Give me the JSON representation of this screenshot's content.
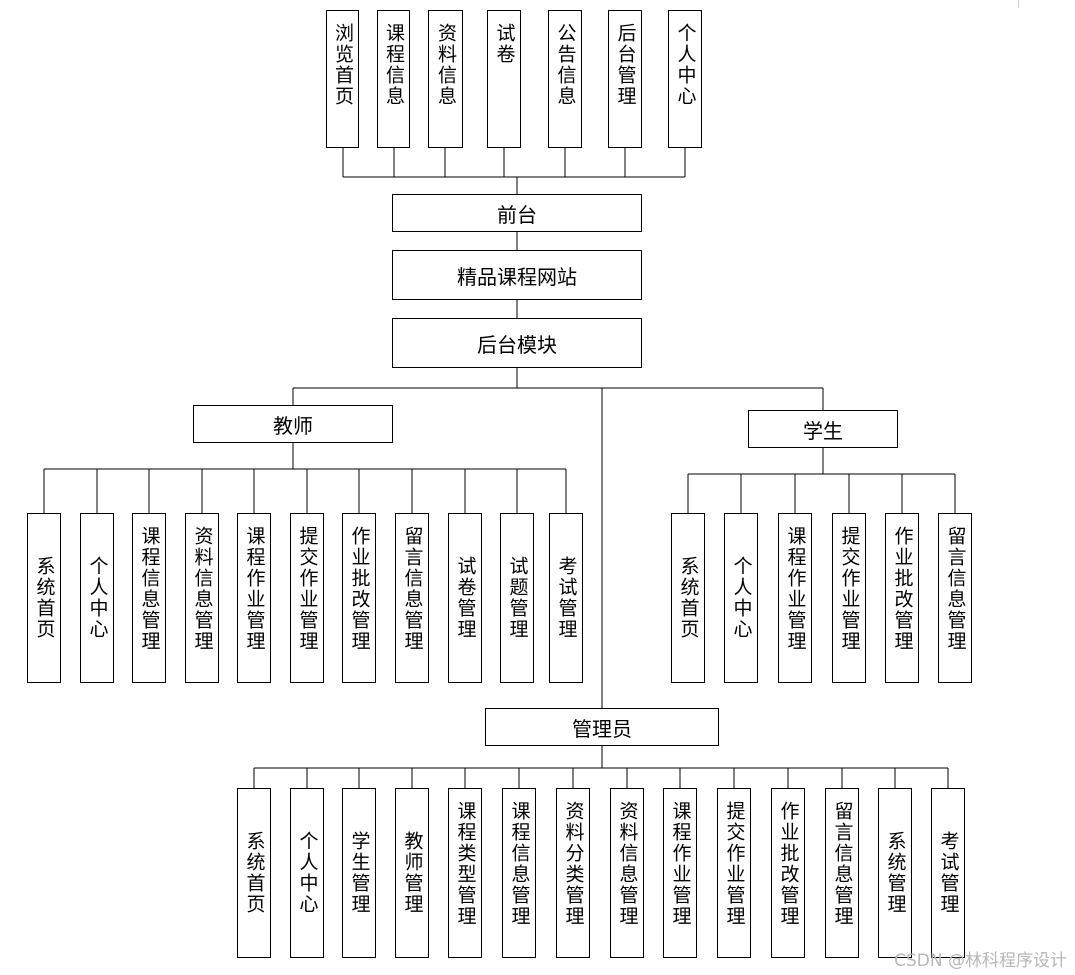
{
  "front": {
    "modules": [
      "浏览首页",
      "课程信息",
      "资料信息",
      "试卷",
      "公告信息",
      "后台管理",
      "个人中心"
    ],
    "label": "前台"
  },
  "site": {
    "name": "精品课程网站"
  },
  "backend": {
    "label": "后台模块"
  },
  "teacher": {
    "label": "教师",
    "modules": [
      "系统首页",
      "个人中心",
      "课程信息管理",
      "资料信息管理",
      "课程作业管理",
      "提交作业管理",
      "作业批改管理",
      "留言信息管理",
      "试卷管理",
      "试题管理",
      "考试管理"
    ]
  },
  "student": {
    "label": "学生",
    "modules": [
      "系统首页",
      "个人中心",
      "课程作业管理",
      "提交作业管理",
      "作业批改管理",
      "留言信息管理"
    ]
  },
  "admin": {
    "label": "管理员",
    "modules": [
      "系统首页",
      "个人中心",
      "学生管理",
      "教师管理",
      "课程类型管理",
      "课程信息管理",
      "资料分类管理",
      "资料信息管理",
      "课程作业管理",
      "提交作业管理",
      "作业批改管理",
      "留言信息管理",
      "系统管理",
      "考试管理"
    ]
  },
  "watermark": "CSDN @林科程序设计"
}
